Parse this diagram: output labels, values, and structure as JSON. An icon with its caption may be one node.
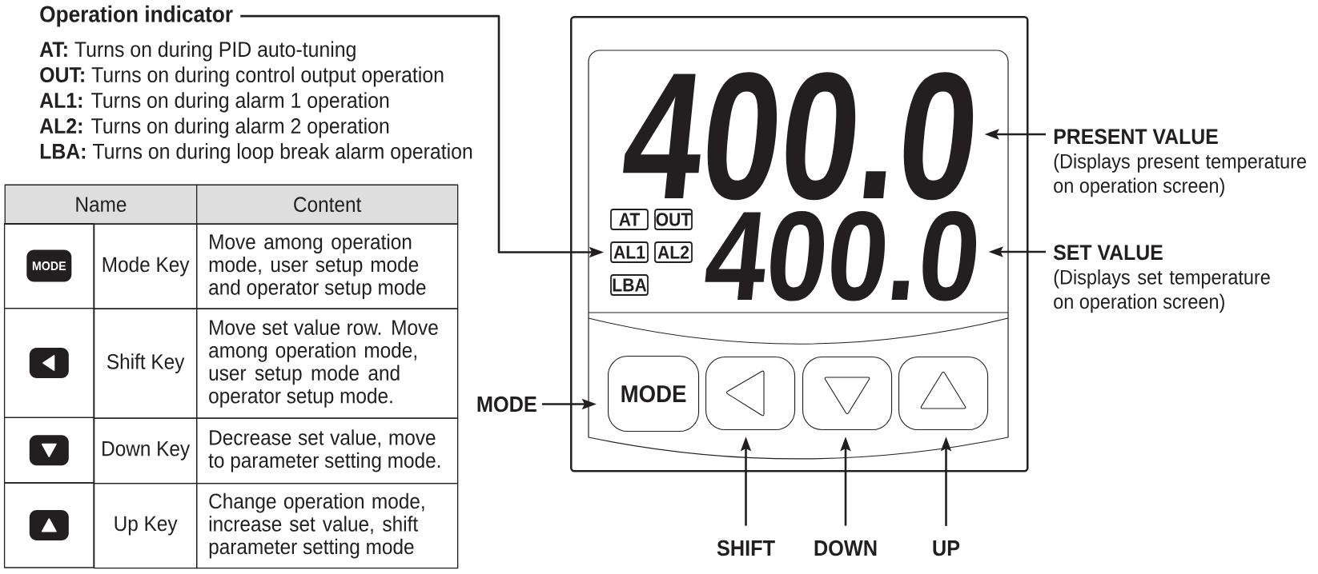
{
  "diagram": {
    "nodes": [
      {
        "text": [
          "Operation indicator"
        ]
      },
      {
        "text": [],
        "shape": "box"
      },
      {
        "text": [],
        "shape": "box",
        "in": 1
      },
      {
        "text": [
          "400.0"
        ],
        "in": 2
      },
      {
        "text": [
          "400.0"
        ],
        "in": 2
      },
      {
        "text": [
          "AT"
        ],
        "in": 2
      },
      {
        "text": [
          "OUT"
        ],
        "in": 2
      },
      {
        "text": [
          "AL1"
        ],
        "in": 2
      },
      {
        "text": [
          "AL2"
        ],
        "in": 2
      },
      {
        "text": [
          "LBA"
        ],
        "in": 2
      },
      {
        "text": [],
        "shape": "box",
        "in": 1
      },
      {
        "text": [
          "MODE"
        ],
        "in": 10
      },
      {
        "text": [],
        "shape": "box",
        "in": 10
      },
      {
        "text": [],
        "shape": "box",
        "in": 10
      },
      {
        "text": [],
        "shape": "box",
        "in": 10
      },
      {
        "text": [
          "MODE"
        ]
      },
      {
        "text": [
          "SHIFT"
        ]
      },
      {
        "text": [
          "DOWN"
        ]
      },
      {
        "text": [
          "UP"
        ]
      },
      {
        "text": [
          "PRESENT VALUE",
          "(Displays present temperature on operation screen)"
        ]
      },
      {
        "text": [
          "SET VALUE",
          "(Displays set temperature on operation screen)"
        ]
      }
    ],
    "edges": [
      {
        "from": 0,
        "to": 7,
        "arrow": "to"
      },
      {
        "from": 15,
        "to": 11,
        "arrow": "to"
      },
      {
        "from": 16,
        "to": 12,
        "arrow": "to"
      },
      {
        "from": 17,
        "to": 13,
        "arrow": "to"
      },
      {
        "from": 18,
        "to": 14,
        "arrow": "to"
      },
      {
        "from": 19,
        "to": 3,
        "arrow": "to"
      },
      {
        "from": 20,
        "to": 4,
        "arrow": "to"
      }
    ],
    "labels": [
      "**AT:** Turns on during PID auto-tuning",
      "**OUT:** Turns on during control output operation",
      "**AL1:** Turns on during alarm 1 operation",
      "**AL2:** Turns on during alarm 2 operation",
      "**LBA:** Turns on during loop break alarm operation",
      "Name",
      "Content",
      "MODE",
      "Mode Key",
      "Move among operation mode, user setup mode and operator setup mode",
      "Shift Key",
      "Move set value row. Move among operation mode, user setup mode and operator setup mode.",
      "Down Key",
      "Decrease set value, move to parameter setting mode.",
      "Up Key",
      "Change operation mode, increase set value, shift parameter setting mode"
    ]
  }
}
